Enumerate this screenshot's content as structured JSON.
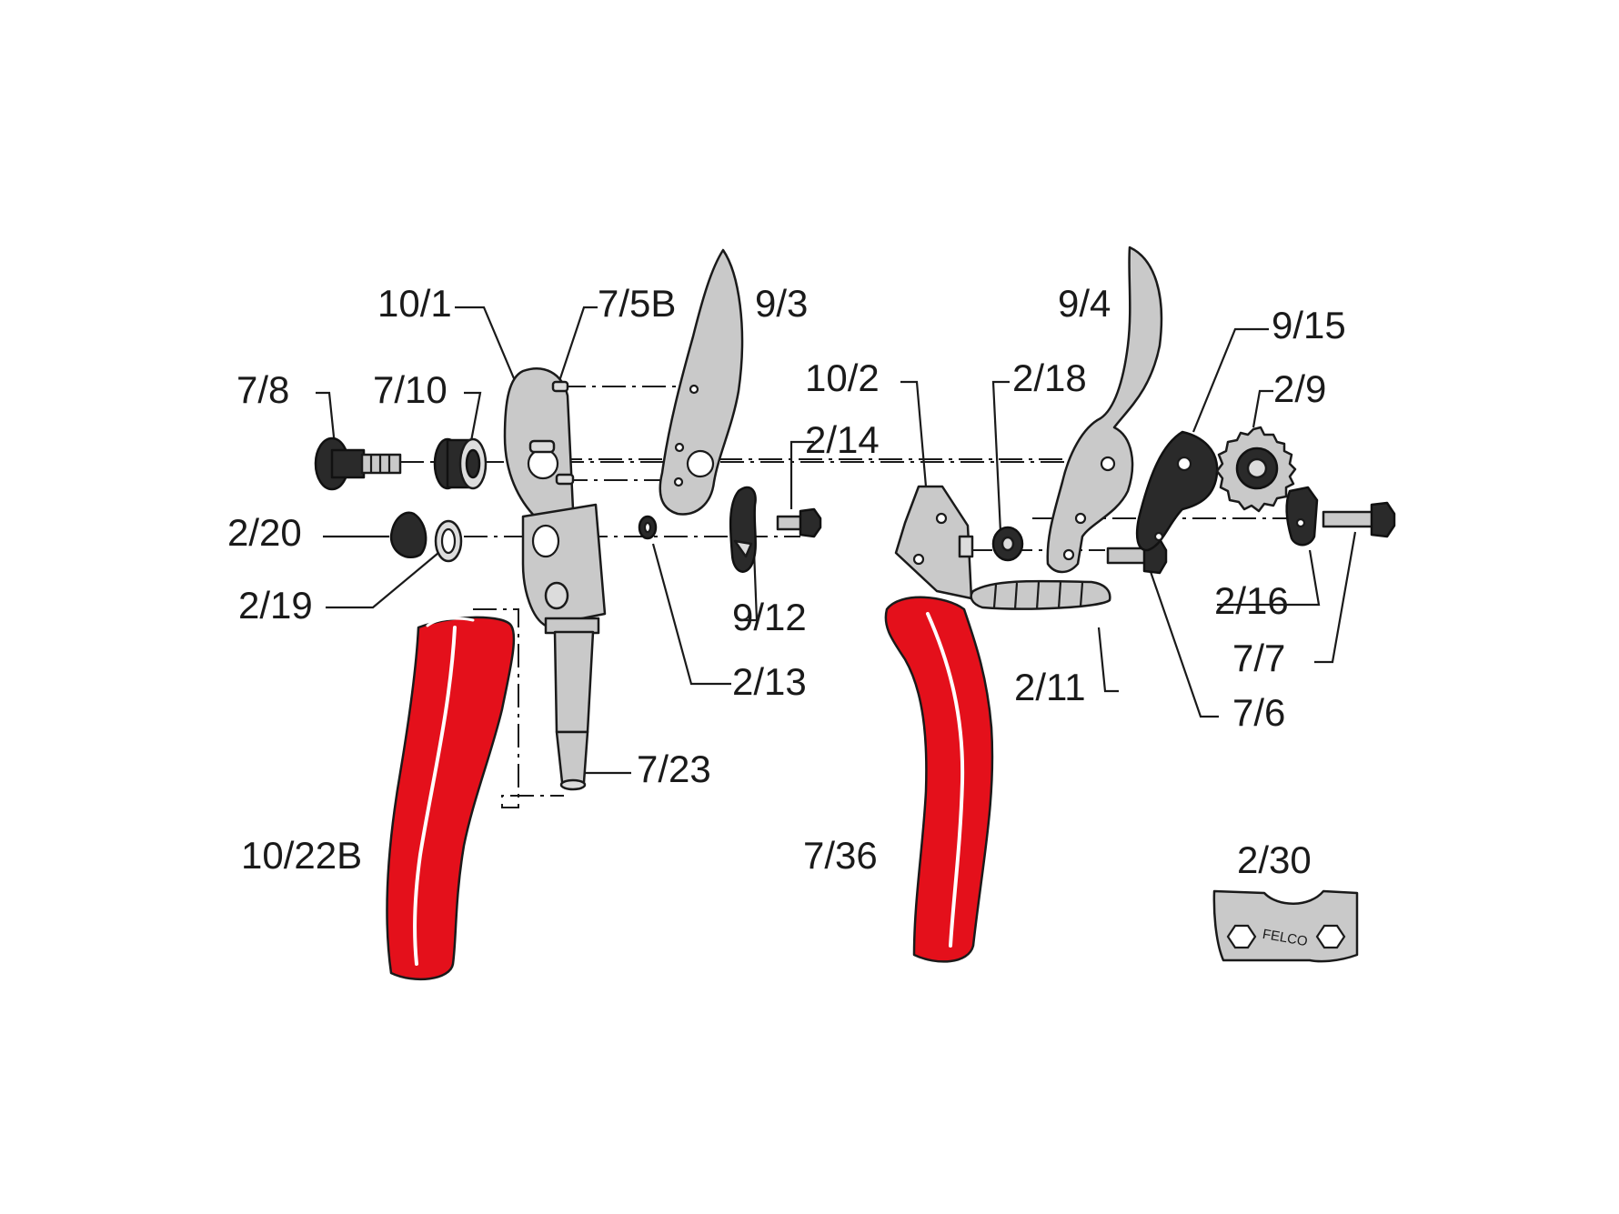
{
  "colors": {
    "handle_red": "#e4101b",
    "metal_grey": "#c9c9c9",
    "dark_part": "#2a2a2a",
    "line": "#1a1a1a",
    "background": "#ffffff"
  },
  "labels": {
    "p10_1": "10/1",
    "p7_5b": "7/5B",
    "p9_3": "9/3",
    "p7_8": "7/8",
    "p7_10": "7/10",
    "p2_20": "2/20",
    "p2_19": "2/19",
    "p2_14": "2/14",
    "p9_12": "9/12",
    "p2_13": "2/13",
    "p7_23": "7/23",
    "p10_22b": "10/22B",
    "p10_2": "10/2",
    "p9_4": "9/4",
    "p2_18": "2/18",
    "p9_15": "9/15",
    "p2_9": "2/9",
    "p2_16": "2/16",
    "p7_7": "7/7",
    "p2_11": "2/11",
    "p7_6": "7/6",
    "p7_36": "7/36",
    "p2_30": "2/30"
  },
  "wrench_logo": "FELCO"
}
